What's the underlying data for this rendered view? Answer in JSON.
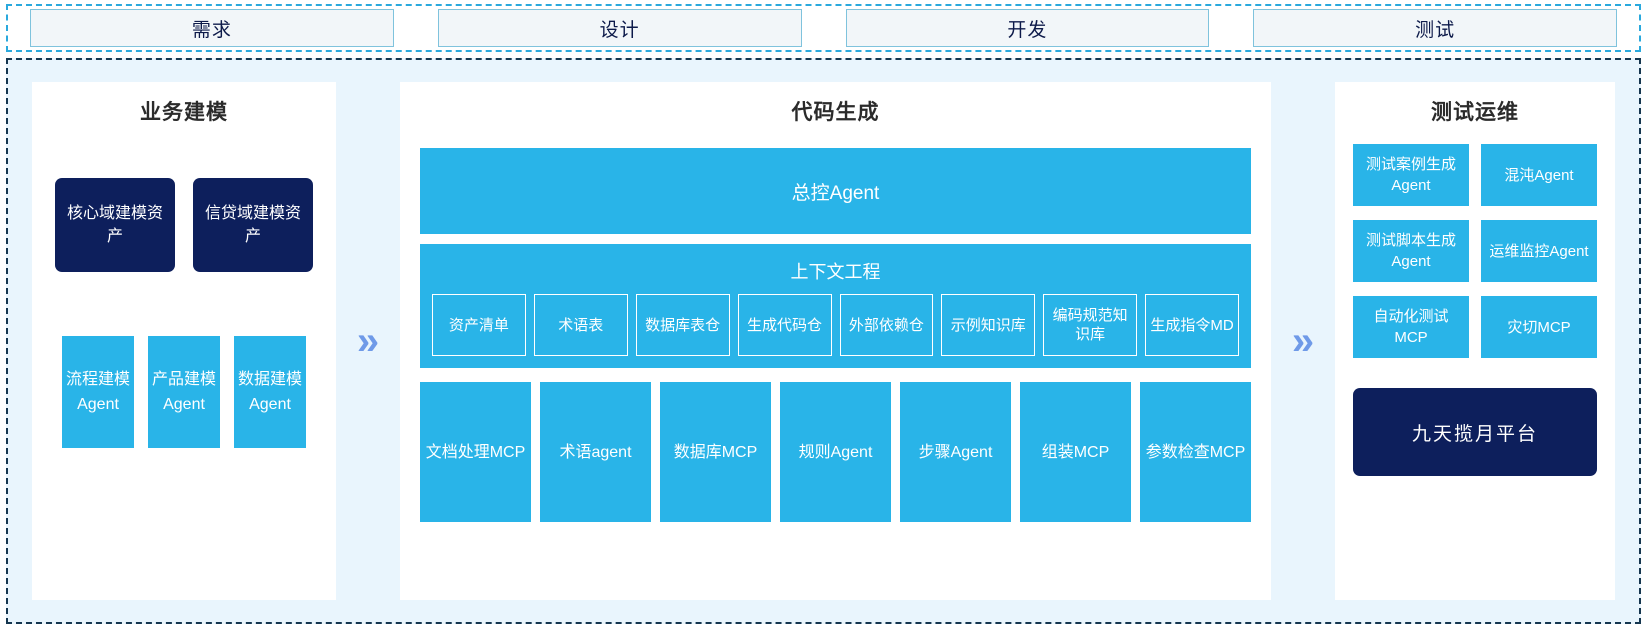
{
  "stages": {
    "items": [
      {
        "label": "需求"
      },
      {
        "label": "设计"
      },
      {
        "label": "开发"
      },
      {
        "label": "测试"
      }
    ]
  },
  "arrows": {
    "glyph": "»",
    "name": "double-chevron-right-icon",
    "color": "#6f9ae8"
  },
  "colors": {
    "accent_cyan": "#29b4e8",
    "accent_navy": "#0d1f5c",
    "panel_bg": "#ffffff",
    "body_bg": "#e9f5fd",
    "stage_fill": "#f2f6f9",
    "stage_border": "#7fc3dd",
    "outer_dash": "#2aa9dd",
    "body_dash": "#15364f"
  },
  "left_panel": {
    "title": "业务建模",
    "assets": [
      {
        "label": "核心域建模资产"
      },
      {
        "label": "信贷域建模资产"
      }
    ],
    "agents": [
      {
        "label": "流程建模Agent"
      },
      {
        "label": "产品建模Agent"
      },
      {
        "label": "数据建模Agent"
      }
    ]
  },
  "center_panel": {
    "title": "代码生成",
    "master_agent": "总控Agent",
    "context": {
      "title": "上下文工程",
      "items": [
        {
          "label": "资产清单"
        },
        {
          "label": "术语表"
        },
        {
          "label": "数据库表仓"
        },
        {
          "label": "生成代码仓"
        },
        {
          "label": "外部依赖仓"
        },
        {
          "label": "示例知识库"
        },
        {
          "label": "编码规范知识库"
        },
        {
          "label": "生成指令MD"
        }
      ]
    },
    "tools": [
      {
        "label": "文档处理MCP"
      },
      {
        "label": "术语agent"
      },
      {
        "label": "数据库MCP"
      },
      {
        "label": "规则Agent"
      },
      {
        "label": "步骤Agent"
      },
      {
        "label": "组装MCP"
      },
      {
        "label": "参数检查MCP"
      }
    ]
  },
  "right_panel": {
    "title": "测试运维",
    "items": [
      {
        "label": "测试案例生成Agent"
      },
      {
        "label": "混沌Agent"
      },
      {
        "label": "测试脚本生成Agent"
      },
      {
        "label": "运维监控Agent"
      },
      {
        "label": "自动化测试MCP"
      },
      {
        "label": "灾切MCP"
      }
    ],
    "platform": "九天揽月平台"
  }
}
